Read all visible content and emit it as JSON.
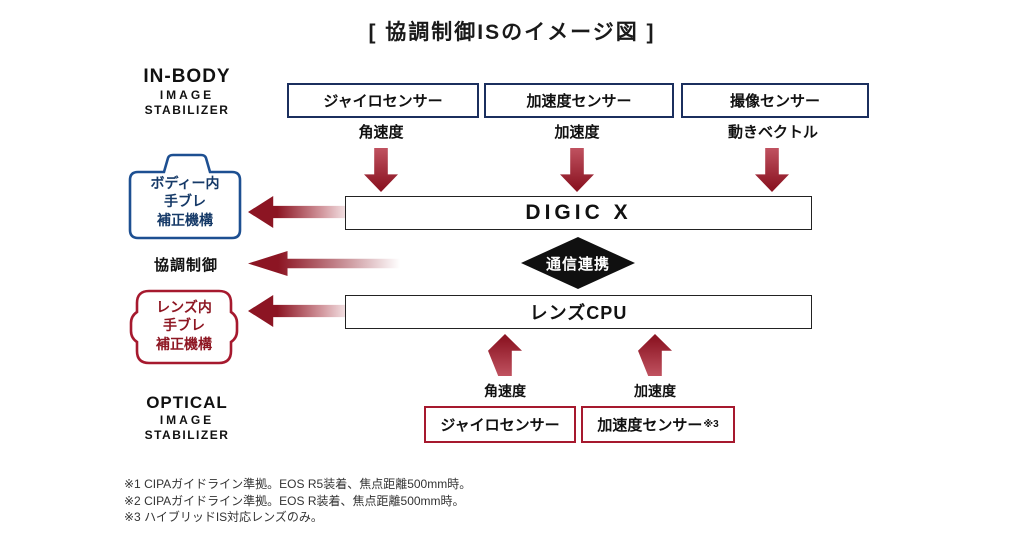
{
  "title": "[ 協調制御ISのイメージ図 ]",
  "logos": {
    "in_body": {
      "line1": "IN-BODY",
      "line2": "IMAGE",
      "line3": "STABILIZER"
    },
    "optical": {
      "line1": "OPTICAL",
      "line2": "IMAGE",
      "line3": "STABILIZER"
    }
  },
  "top_sensors": [
    {
      "label": "ジャイロセンサー",
      "output": "角速度"
    },
    {
      "label": "加速度センサー",
      "output": "加速度"
    },
    {
      "label": "撮像センサー",
      "output": "動きベクトル"
    }
  ],
  "processors": {
    "digic": "DIGIC X",
    "lens_cpu": "レンズCPU"
  },
  "link": {
    "label": "通信連携"
  },
  "coordination_label": "協調制御",
  "body_unit": {
    "line1": "ボディー内",
    "line2": "手ブレ",
    "line3": "補正機構"
  },
  "lens_unit": {
    "line1": "レンズ内",
    "line2": "手ブレ",
    "line3": "補正機構"
  },
  "bottom_sensors": [
    {
      "label": "ジャイロセンサー",
      "note": "",
      "input": "角速度"
    },
    {
      "label": "加速度センサー",
      "note": "※3",
      "input": "加速度"
    }
  ],
  "footnotes": [
    "※1 CIPAガイドライン準拠。EOS R5装着、焦点距離500mm時。",
    "※2 CIPAガイドライン準拠。EOS R装着、焦点距離500mm時。",
    "※3 ハイブリッドIS対応レンズのみ。"
  ],
  "colors": {
    "arrow_red": "#8c1523",
    "navy_border": "#1b2f5e",
    "red_border": "#a6192e",
    "body_outline": "#1d4f91",
    "lens_outline": "#a6192e",
    "diamond_black": "#101010"
  }
}
